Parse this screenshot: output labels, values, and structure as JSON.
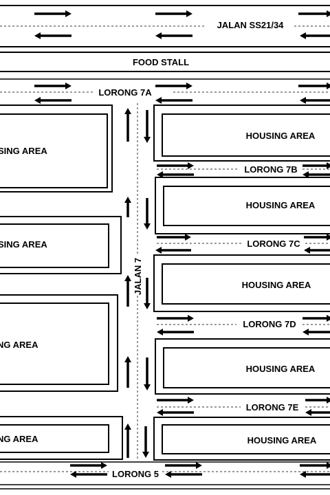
{
  "map": {
    "road_labels": {
      "jalan_ss21_34": "JALAN SS21/34",
      "food_stall": "FOOD STALL",
      "lorong_7a": "LORONG 7A",
      "lorong_7b": "LORONG 7B",
      "lorong_7c": "LORONG 7C",
      "lorong_7d": "LORONG 7D",
      "lorong_7e": "LORONG 7E",
      "lorong_5": "LORONG 5",
      "jalan_7": "JALAN 7"
    },
    "housing": {
      "left_1": "SING AREA",
      "left_2": "SING AREA",
      "left_3": "NG AREA",
      "left_4": "NG AREA",
      "right_1": "HOUSING AREA",
      "right_2": "HOUSING AREA",
      "right_3": "HOUSING AREA",
      "right_4": "HOUSING AREA",
      "right_5": "HOUSING AREA"
    },
    "colors": {
      "line": "#000000",
      "background": "#ffffff"
    },
    "icons": {
      "traffic_direction": "arrow-icon"
    }
  }
}
